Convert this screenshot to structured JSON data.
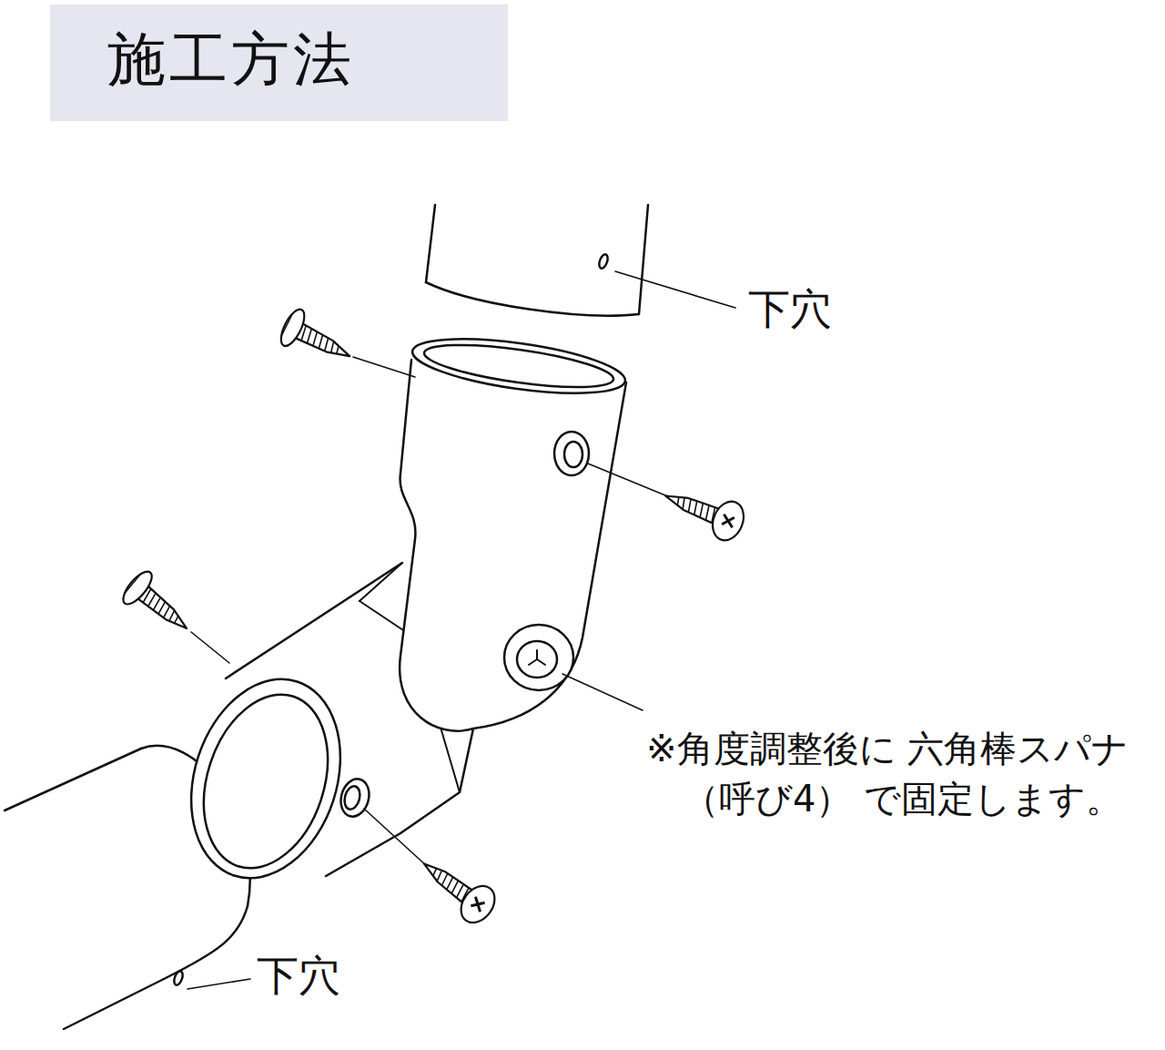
{
  "diagram": {
    "title": "施工方法",
    "labels": [
      "下穴",
      "下穴",
      "※角度調整後に 六角棒スパナ（呼び4） で固定します。"
    ]
  }
}
